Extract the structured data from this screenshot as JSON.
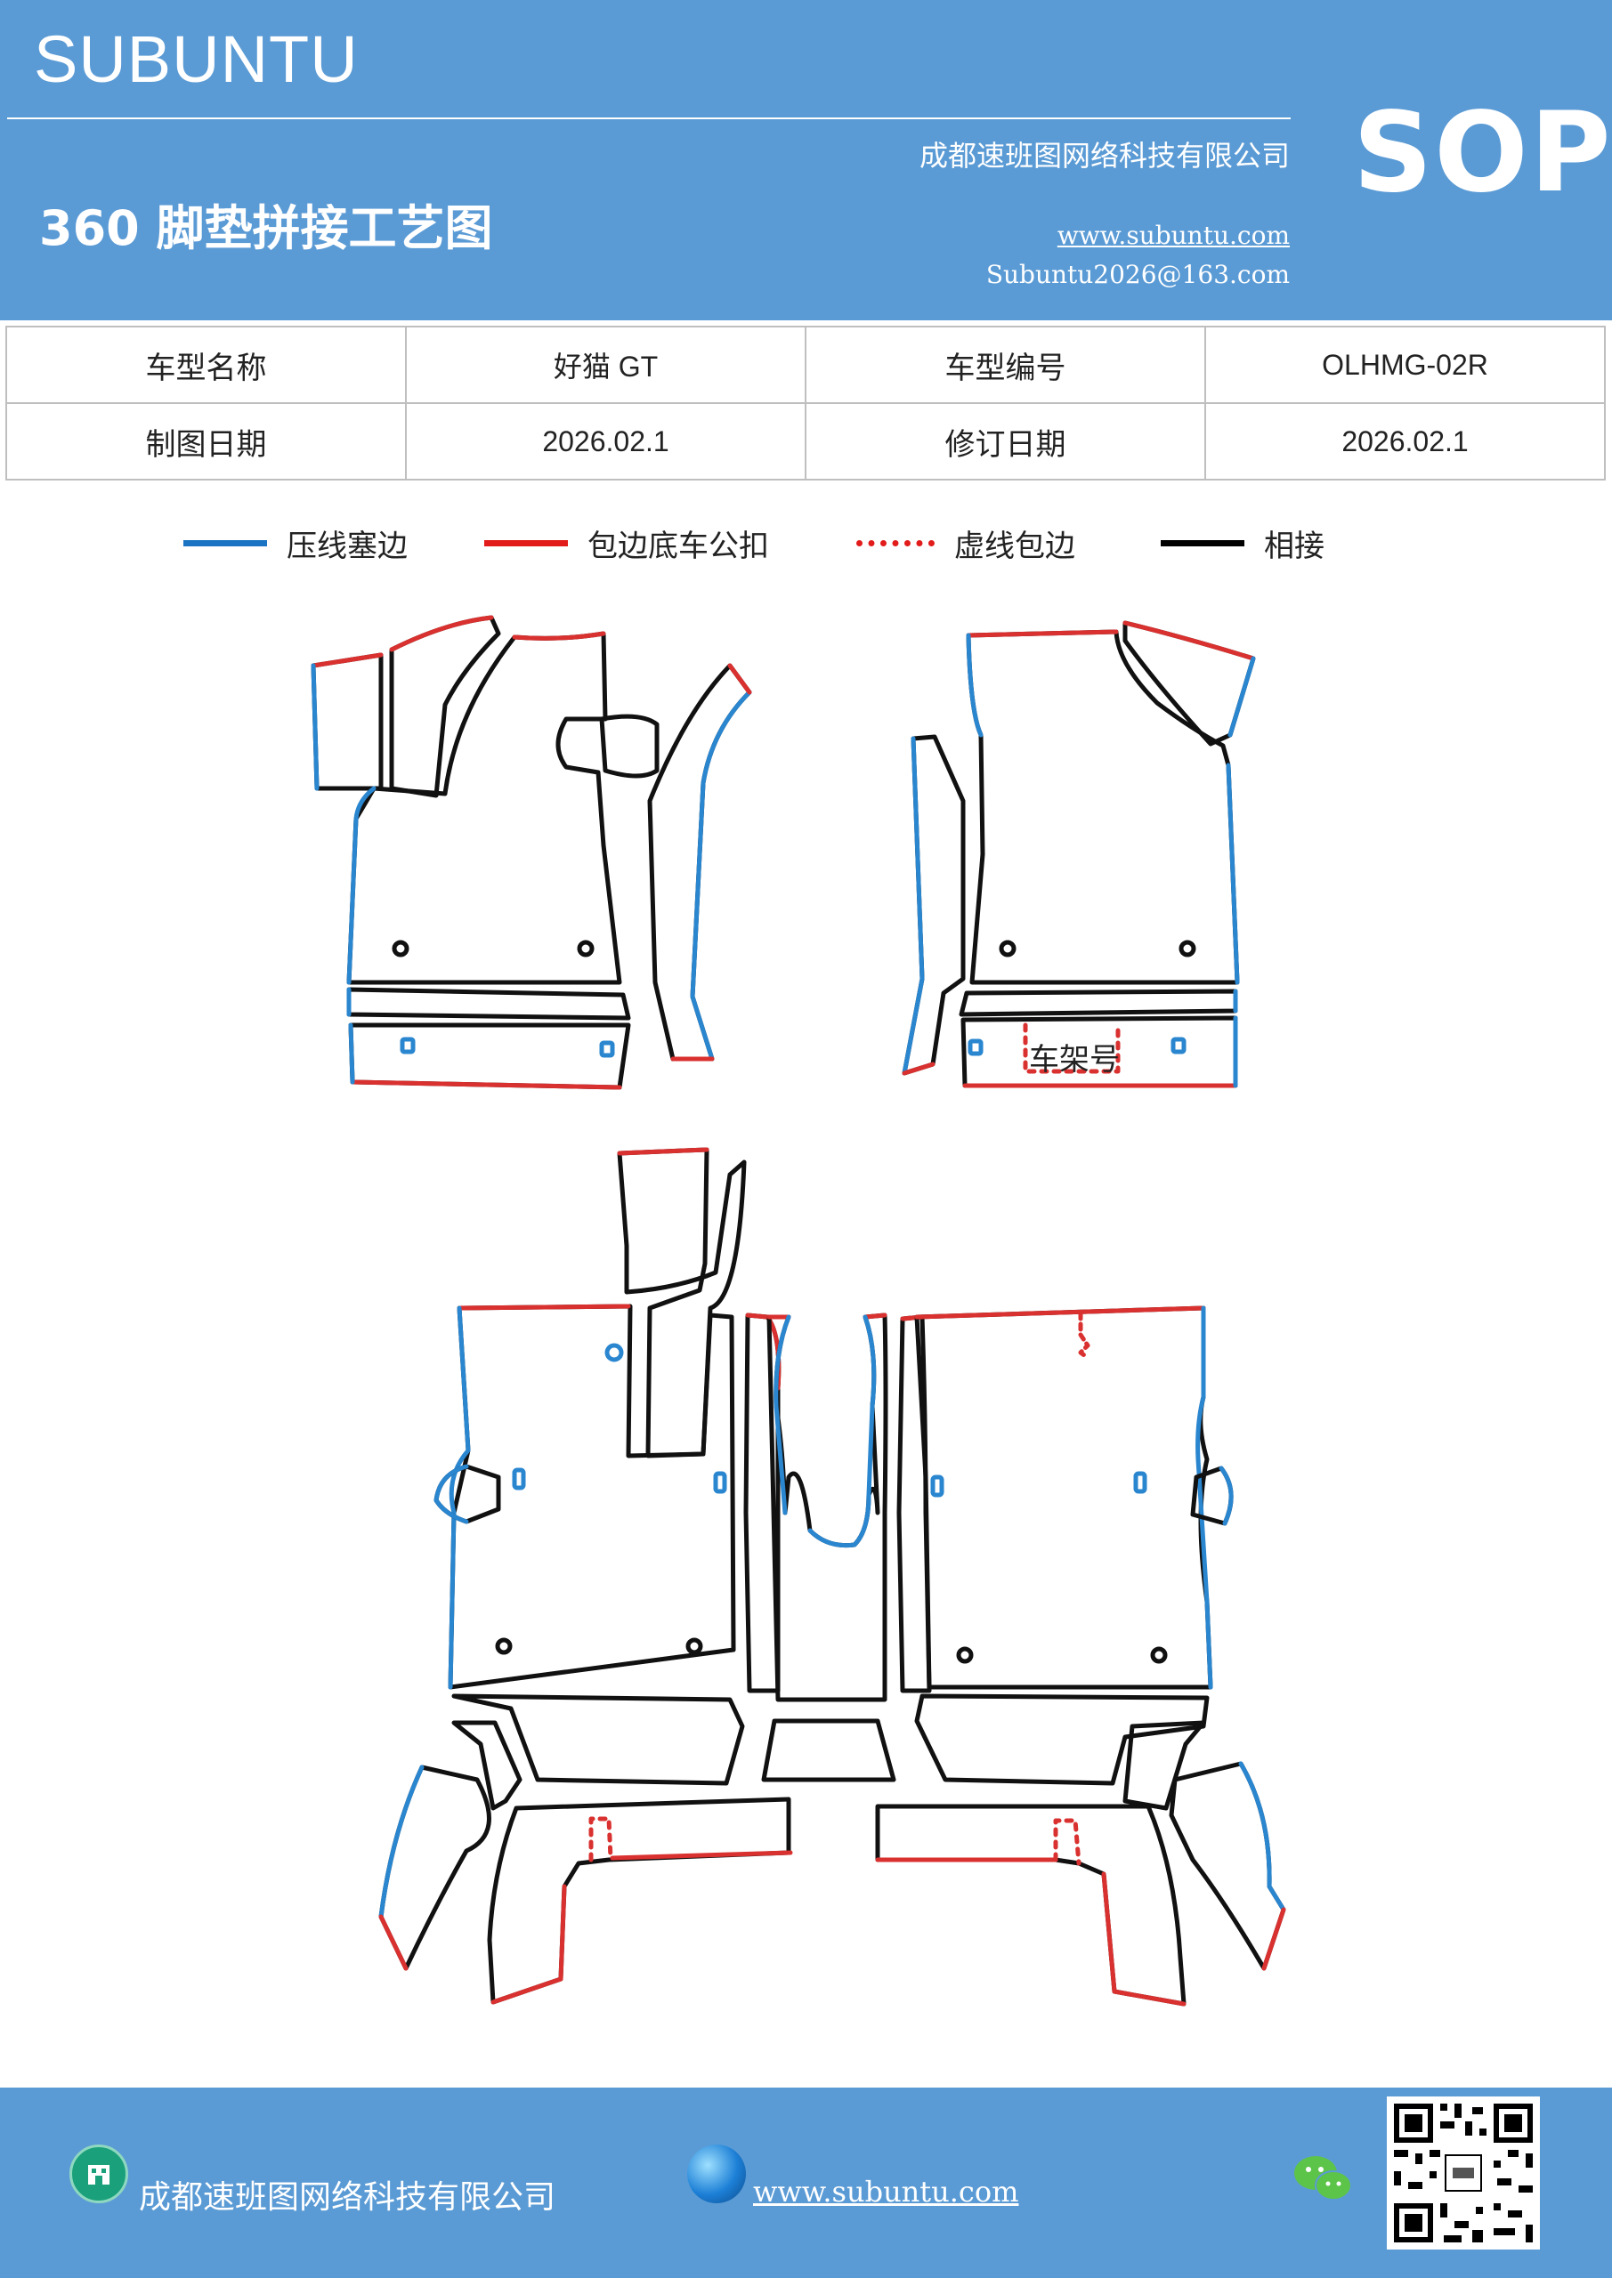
{
  "header": {
    "brand": "SUBUNTU",
    "badge": "SOP",
    "company": "成都速班图网络科技有限公司",
    "title": "360 脚垫拼接工艺图",
    "website": "www.subuntu.com",
    "email": "Subuntu2026@163.com"
  },
  "info_table": {
    "rows": [
      [
        "车型名称",
        "好猫 GT",
        "车型编号",
        "OLHMG-02R"
      ],
      [
        "制图日期",
        "2026.02.1",
        "修订日期",
        "2026.02.1"
      ]
    ]
  },
  "legend": {
    "items": [
      {
        "label": "压线塞边",
        "color": "#1b73c3",
        "style": "solid"
      },
      {
        "label": "包边底车公扣",
        "color": "#e21b1b",
        "style": "solid"
      },
      {
        "label": "虚线包边",
        "color": "#e21b1b",
        "style": "dotted"
      },
      {
        "label": "相接",
        "color": "#000000",
        "style": "solid"
      }
    ]
  },
  "drawing": {
    "frame_label": "车架号",
    "colors": {
      "blue": "#2a86cf",
      "red": "#d9312f",
      "black": "#111111"
    }
  },
  "footer": {
    "company": "成都速班图网络科技有限公司",
    "website": "www.subuntu.com"
  }
}
